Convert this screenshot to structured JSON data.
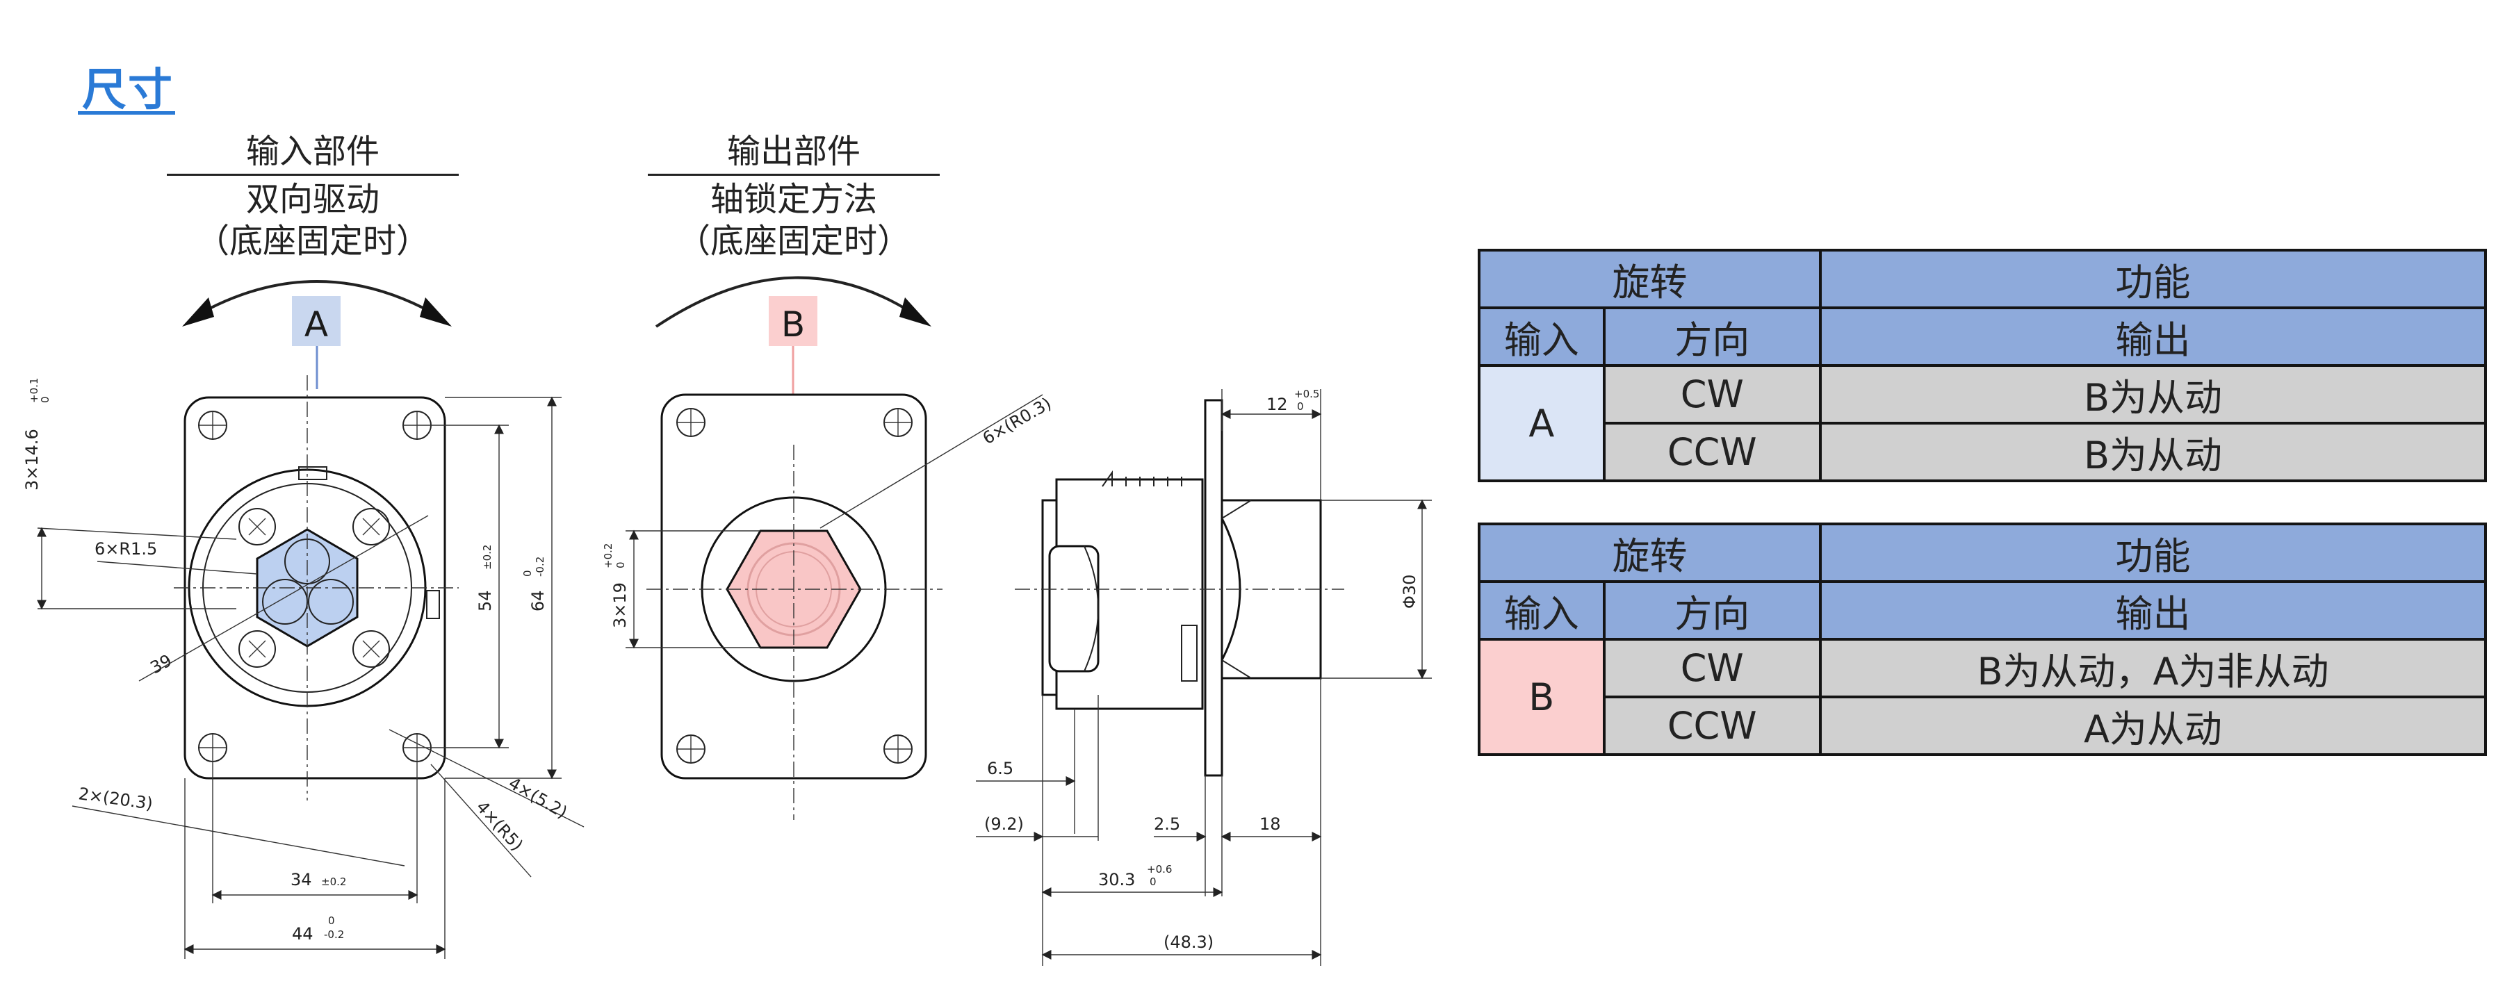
{
  "page_title": "尺寸",
  "input_caption": {
    "line1": "输入部件",
    "line2": "双向驱动",
    "line3": "（底座固定时）"
  },
  "output_caption": {
    "line1": "输出部件",
    "line2": "轴锁定方法",
    "line3": "（底座固定时）"
  },
  "label_a": "A",
  "label_b": "B",
  "dims": {
    "d_3x14_6": "3×14.6",
    "tol_p01_0": [
      "+0.1",
      "0"
    ],
    "d_6xr15": "6×R1.5",
    "d_39": "39",
    "d_54": "54",
    "tol_pm02": "±0.2",
    "d_64": "64",
    "tol_0_m02": [
      "0",
      "-0.2"
    ],
    "d_2x203": "2×(20.3)",
    "d_34": "34",
    "d_44": "44",
    "d_4x52": "4×(5.2)",
    "d_4xr5": "4×(R5)",
    "d_6xr03": "6×(R0.3)",
    "d_3x19": "3×19",
    "tol_p02_0": [
      "+0.2",
      "0"
    ],
    "d_12": "12",
    "tol_p05_0": [
      "+0.5",
      "0"
    ],
    "d_phi30": "Φ30",
    "d_65": "6.5",
    "d_92": "(9.2)",
    "d_25": "2.5",
    "d_18": "18",
    "d_303": "30.3",
    "tol_p06_0": [
      "+0.6",
      "0"
    ],
    "d_483": "(48.3)"
  },
  "table_a": {
    "h_rotation": "旋转",
    "h_function": "功能",
    "h_input": "输入",
    "h_direction": "方向",
    "h_output": "输出",
    "input": "A",
    "rows": [
      {
        "dir": "CW",
        "out": "B为从动"
      },
      {
        "dir": "CCW",
        "out": "B为从动"
      }
    ]
  },
  "table_b": {
    "h_rotation": "旋转",
    "h_function": "功能",
    "h_input": "输入",
    "h_direction": "方向",
    "h_output": "输出",
    "input": "B",
    "rows": [
      {
        "dir": "CW",
        "out": "B为从动，A为非从动"
      },
      {
        "dir": "CCW",
        "out": "A为从动"
      }
    ]
  },
  "colors": {
    "header": "#8eaadb",
    "input_a": "#dbe5f6",
    "input_b": "#fbcfcf",
    "row": "#d0d0d0",
    "title": "#2a7ad6"
  }
}
